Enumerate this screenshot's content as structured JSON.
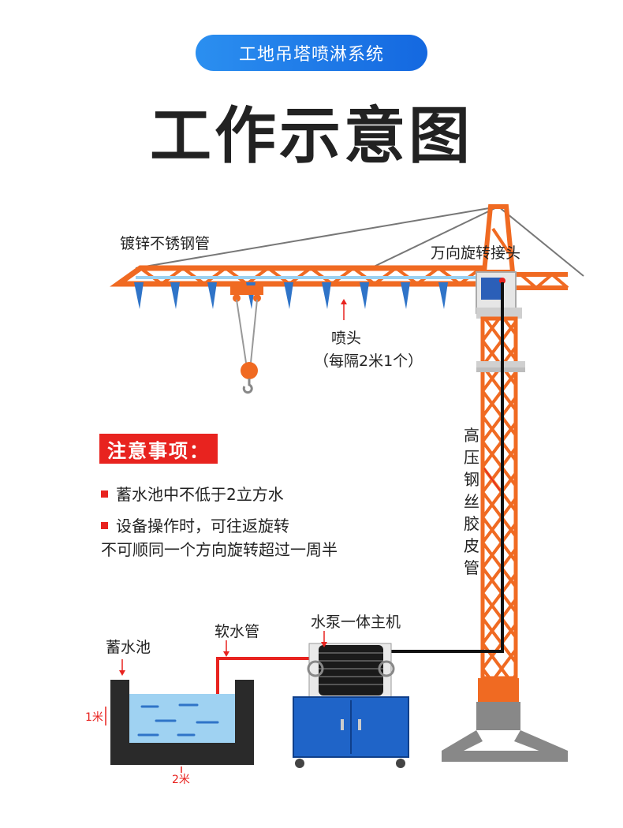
{
  "header": {
    "badge": "工地吊塔喷淋系统",
    "title": "工作示意图"
  },
  "labels": {
    "pipe": "镀锌不锈钢管",
    "swivel": "万向旋转接头",
    "nozzle_line1": "喷头",
    "nozzle_line2": "（每隔2米1个）",
    "hose_vertical": "高压钢丝胶皮管",
    "pool": "蓄水池",
    "soft_hose": "软水管",
    "pump": "水泵一体主机",
    "pool_height": "1米",
    "pool_width": "2米"
  },
  "notice": {
    "title": "注意事项：",
    "items": [
      {
        "text": "蓄水池中不低于2立方水"
      },
      {
        "line1": "设备操作时，可往返旋转",
        "line2": "不可顺同一个方向旋转超过一周半"
      }
    ]
  },
  "colors": {
    "crane": "#f06a22",
    "badge": "#1e78e8",
    "accent": "#e8231f",
    "water": "#9fd2f2",
    "nozzle": "#2f74c8",
    "cabinet": "#1f64c8"
  }
}
